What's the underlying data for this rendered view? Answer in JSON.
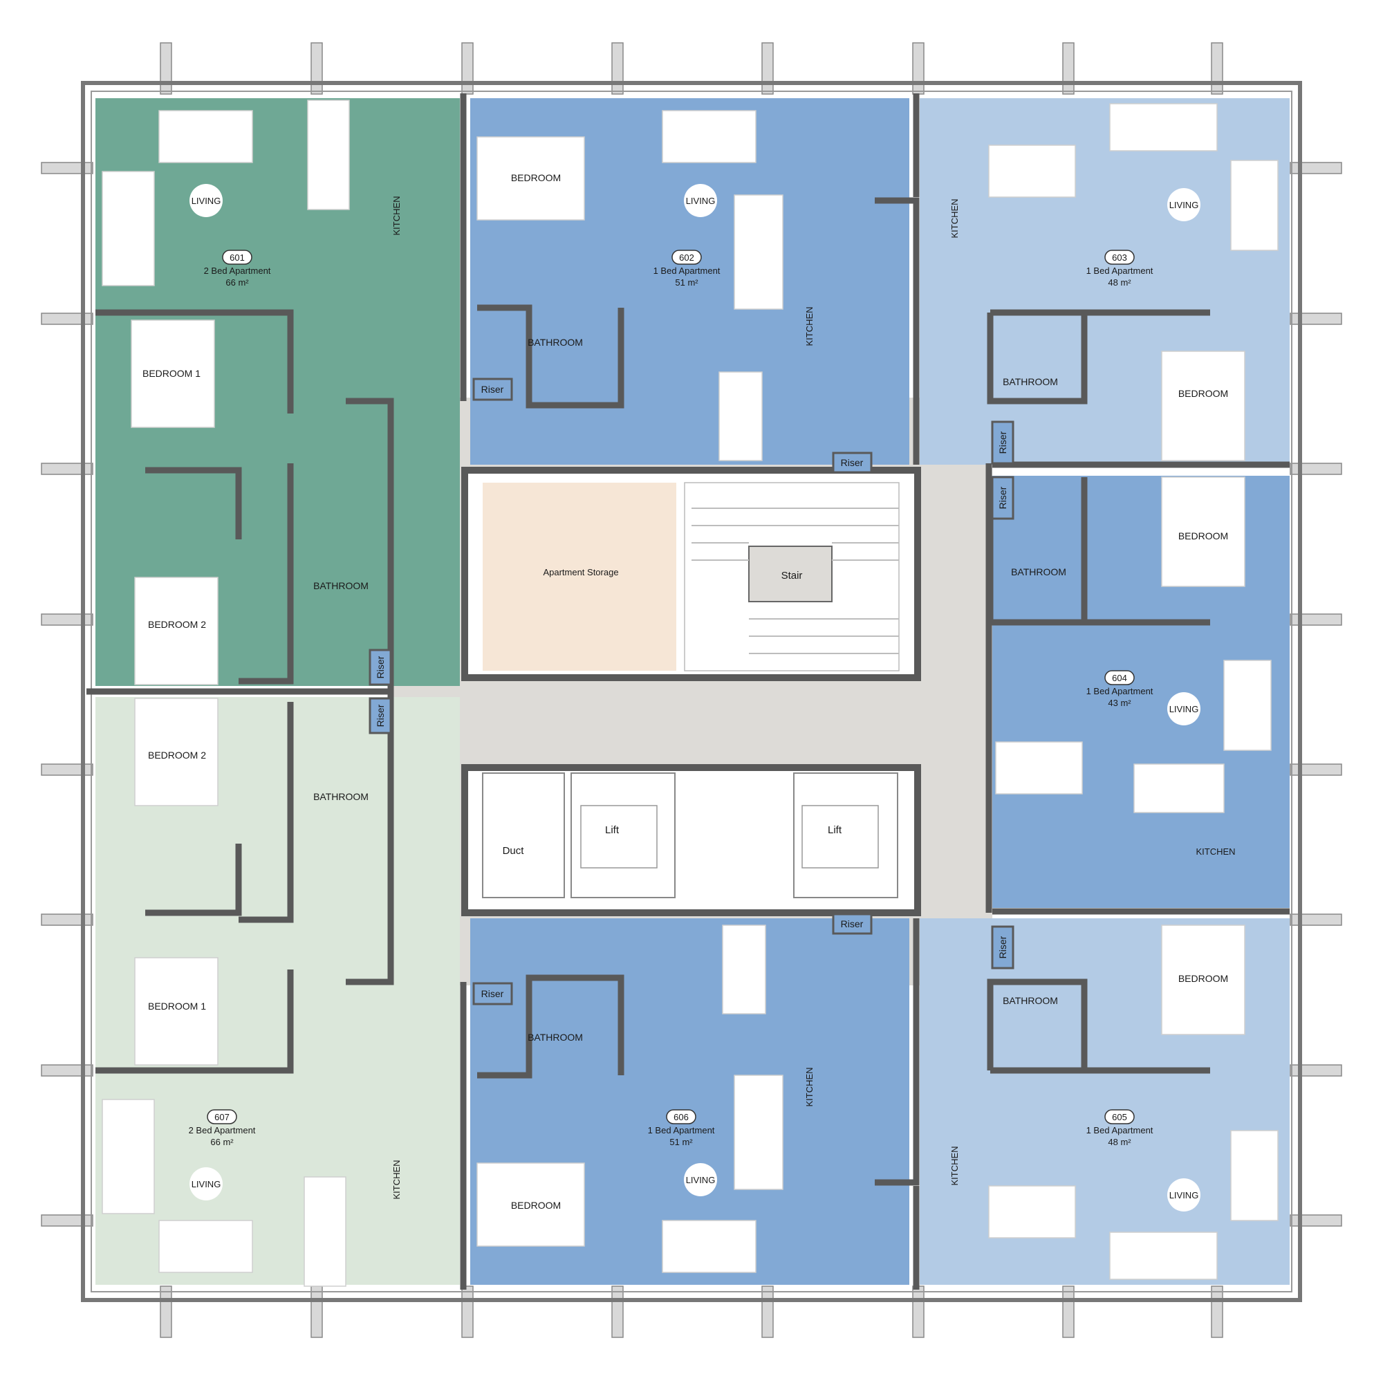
{
  "colors": {
    "green_dark": "#6fa895",
    "green_light": "#dbe7da",
    "blue_mid": "#82a9d5",
    "blue_light": "#b3cbe5",
    "corridor": "#dddbd7",
    "storage": "#f6e6d6",
    "core": "#ffffff",
    "wall": "#595959"
  },
  "apartments": [
    {
      "number": "601",
      "type": "2 Bed Apartment",
      "area": "66 m²",
      "color_key": "green_dark"
    },
    {
      "number": "602",
      "type": "1 Bed Apartment",
      "area": "51 m²",
      "color_key": "blue_mid"
    },
    {
      "number": "603",
      "type": "1 Bed Apartment",
      "area": "48 m²",
      "color_key": "blue_light"
    },
    {
      "number": "604",
      "type": "1 Bed Apartment",
      "area": "43 m²",
      "color_key": "blue_mid"
    },
    {
      "number": "605",
      "type": "1 Bed Apartment",
      "area": "48 m²",
      "color_key": "blue_light"
    },
    {
      "number": "606",
      "type": "1 Bed Apartment",
      "area": "51 m²",
      "color_key": "blue_mid"
    },
    {
      "number": "607",
      "type": "2 Bed Apartment",
      "area": "66 m²",
      "color_key": "green_light"
    }
  ],
  "rooms": {
    "living": "LIVING",
    "kitchen": "KITCHEN",
    "bedroom": "BEDROOM",
    "bedroom_1": "BEDROOM 1",
    "bedroom_2": "BEDROOM 2",
    "bathroom": "BATHROOM",
    "riser": "Riser",
    "storage": "Apartment Storage",
    "stair": "Stair",
    "lift": "Lift",
    "duct": "Duct"
  }
}
